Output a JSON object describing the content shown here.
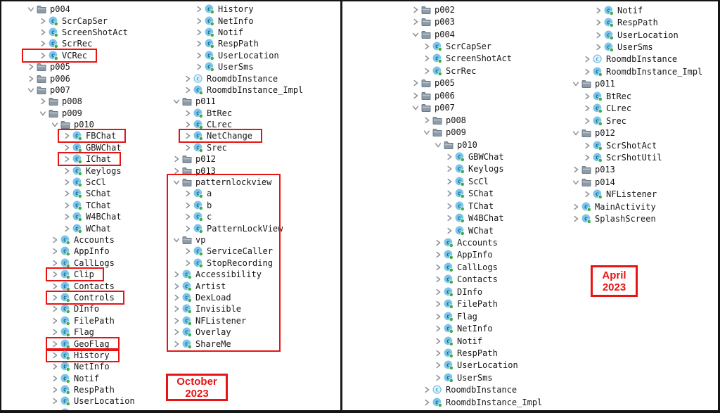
{
  "colors": {
    "highlight_red": "#e81414",
    "class_icon_blue": "#7cc5e8",
    "class_letter_blue": "#0d6d9b",
    "green_dot": "#3fae4c",
    "package_gray": "#8d9aa7",
    "chevron_gray": "#8a9199",
    "divider_black": "#1a1a1a"
  },
  "panels": [
    {
      "id": "october",
      "annotation": {
        "line1": "October",
        "line2": "2023"
      },
      "columns": [
        {
          "rows": [
            {
              "label": "p004",
              "kind": "pkg",
              "state": "expanded",
              "depth": 0
            },
            {
              "label": "ScrCapSer",
              "kind": "cls",
              "state": "collapsed",
              "depth": 1
            },
            {
              "label": "ScreenShotAct",
              "kind": "cls",
              "state": "collapsed",
              "depth": 1
            },
            {
              "label": "ScrRec",
              "kind": "cls",
              "state": "collapsed",
              "depth": 1
            },
            {
              "label": "VCRec",
              "kind": "cls",
              "state": "collapsed",
              "depth": 1,
              "boxed": "wide"
            },
            {
              "label": "p005",
              "kind": "pkg",
              "state": "collapsed",
              "depth": 0
            },
            {
              "label": "p006",
              "kind": "pkg",
              "state": "collapsed",
              "depth": 0
            },
            {
              "label": "p007",
              "kind": "pkg",
              "state": "expanded",
              "depth": 0
            },
            {
              "label": "p008",
              "kind": "pkg",
              "state": "collapsed",
              "depth": 1
            },
            {
              "label": "p009",
              "kind": "pkg",
              "state": "expanded",
              "depth": 1
            },
            {
              "label": "p010",
              "kind": "pkg",
              "state": "expanded",
              "depth": 2
            },
            {
              "label": "FBChat",
              "kind": "cls",
              "state": "collapsed",
              "depth": 3,
              "boxed": true
            },
            {
              "label": "GBWChat",
              "kind": "cls",
              "state": "collapsed",
              "depth": 3
            },
            {
              "label": "IChat",
              "kind": "cls",
              "state": "collapsed",
              "depth": 3,
              "boxed": true
            },
            {
              "label": "Keylogs",
              "kind": "cls",
              "state": "collapsed",
              "depth": 3
            },
            {
              "label": "ScCl",
              "kind": "cls",
              "state": "collapsed",
              "depth": 3
            },
            {
              "label": "SChat",
              "kind": "cls",
              "state": "collapsed",
              "depth": 3
            },
            {
              "label": "TChat",
              "kind": "cls",
              "state": "collapsed",
              "depth": 3
            },
            {
              "label": "W4BChat",
              "kind": "cls",
              "state": "collapsed",
              "depth": 3
            },
            {
              "label": "WChat",
              "kind": "cls",
              "state": "collapsed",
              "depth": 3
            },
            {
              "label": "Accounts",
              "kind": "cls",
              "state": "collapsed",
              "depth": 2
            },
            {
              "label": "AppInfo",
              "kind": "cls",
              "state": "collapsed",
              "depth": 2
            },
            {
              "label": "CallLogs",
              "kind": "cls",
              "state": "collapsed",
              "depth": 2
            },
            {
              "label": "Clip",
              "kind": "cls",
              "state": "collapsed",
              "depth": 2,
              "boxed": true
            },
            {
              "label": "Contacts",
              "kind": "cls",
              "state": "collapsed",
              "depth": 2
            },
            {
              "label": "Controls",
              "kind": "cls",
              "state": "collapsed",
              "depth": 2,
              "boxed": true
            },
            {
              "label": "DInfo",
              "kind": "cls",
              "state": "collapsed",
              "depth": 2
            },
            {
              "label": "FilePath",
              "kind": "cls",
              "state": "collapsed",
              "depth": 2
            },
            {
              "label": "Flag",
              "kind": "cls",
              "state": "collapsed",
              "depth": 2
            },
            {
              "label": "GeoFlag",
              "kind": "cls",
              "state": "collapsed",
              "depth": 2,
              "boxed": true
            },
            {
              "label": "History",
              "kind": "cls",
              "state": "collapsed",
              "depth": 2,
              "boxed": true
            },
            {
              "label": "NetInfo",
              "kind": "cls",
              "state": "collapsed",
              "depth": 2
            },
            {
              "label": "Notif",
              "kind": "cls",
              "state": "collapsed",
              "depth": 2
            },
            {
              "label": "RespPath",
              "kind": "cls",
              "state": "collapsed",
              "depth": 2
            },
            {
              "label": "UserLocation",
              "kind": "cls",
              "state": "collapsed",
              "depth": 2
            },
            {
              "label": "",
              "kind": "cls",
              "state": "collapsed",
              "depth": 2,
              "partial": true
            }
          ]
        },
        {
          "group_box": {
            "start": 15,
            "end": 29
          },
          "rows": [
            {
              "label": "History",
              "kind": "cls",
              "state": "collapsed",
              "depth": 2
            },
            {
              "label": "NetInfo",
              "kind": "cls",
              "state": "collapsed",
              "depth": 2
            },
            {
              "label": "Notif",
              "kind": "cls",
              "state": "collapsed",
              "depth": 2
            },
            {
              "label": "RespPath",
              "kind": "cls",
              "state": "collapsed",
              "depth": 2
            },
            {
              "label": "UserLocation",
              "kind": "cls",
              "state": "collapsed",
              "depth": 2
            },
            {
              "label": "UserSms",
              "kind": "cls",
              "state": "collapsed",
              "depth": 2
            },
            {
              "label": "RoomdbInstance",
              "kind": "cls_iface",
              "state": "collapsed",
              "depth": 1
            },
            {
              "label": "RoomdbInstance_Impl",
              "kind": "cls",
              "state": "collapsed",
              "depth": 1
            },
            {
              "label": "p011",
              "kind": "pkg",
              "state": "expanded",
              "depth": 0
            },
            {
              "label": "BtRec",
              "kind": "cls",
              "state": "collapsed",
              "depth": 1
            },
            {
              "label": "CLrec",
              "kind": "cls",
              "state": "collapsed",
              "depth": 1
            },
            {
              "label": "NetChange",
              "kind": "cls",
              "state": "collapsed",
              "depth": 1,
              "boxed": true
            },
            {
              "label": "Srec",
              "kind": "cls",
              "state": "collapsed",
              "depth": 1
            },
            {
              "label": "p012",
              "kind": "pkg",
              "state": "collapsed",
              "depth": 0
            },
            {
              "label": "p013",
              "kind": "pkg",
              "state": "collapsed",
              "depth": 0
            },
            {
              "label": "patternlockview",
              "kind": "pkg",
              "state": "expanded",
              "depth": 0
            },
            {
              "label": "a",
              "kind": "cls",
              "state": "collapsed",
              "depth": 1
            },
            {
              "label": "b",
              "kind": "cls",
              "state": "collapsed",
              "depth": 1
            },
            {
              "label": "c",
              "kind": "cls",
              "state": "collapsed",
              "depth": 1
            },
            {
              "label": "PatternLockView",
              "kind": "cls",
              "state": "collapsed",
              "depth": 1
            },
            {
              "label": "vp",
              "kind": "pkg",
              "state": "expanded",
              "depth": 0
            },
            {
              "label": "ServiceCaller",
              "kind": "cls",
              "state": "collapsed",
              "depth": 1
            },
            {
              "label": "StopRecording",
              "kind": "cls",
              "state": "collapsed",
              "depth": 1
            },
            {
              "label": "Accessibility",
              "kind": "cls",
              "state": "collapsed",
              "depth": 0
            },
            {
              "label": "Artist",
              "kind": "cls",
              "state": "collapsed",
              "depth": 0
            },
            {
              "label": "DexLoad",
              "kind": "cls",
              "state": "collapsed",
              "depth": 0
            },
            {
              "label": "Invisible",
              "kind": "cls",
              "state": "collapsed",
              "depth": 0
            },
            {
              "label": "NFListener",
              "kind": "cls",
              "state": "collapsed",
              "depth": 0
            },
            {
              "label": "Overlay",
              "kind": "cls",
              "state": "collapsed",
              "depth": 0
            },
            {
              "label": "ShareMe",
              "kind": "cls",
              "state": "collapsed",
              "depth": 0
            }
          ]
        }
      ]
    },
    {
      "id": "april",
      "annotation": {
        "line1": "April",
        "line2": "2023"
      },
      "columns": [
        {
          "rows": [
            {
              "label": "p002",
              "kind": "pkg",
              "state": "collapsed",
              "depth": 0
            },
            {
              "label": "p003",
              "kind": "pkg",
              "state": "collapsed",
              "depth": 0
            },
            {
              "label": "p004",
              "kind": "pkg",
              "state": "expanded",
              "depth": 0
            },
            {
              "label": "ScrCapSer",
              "kind": "cls",
              "state": "collapsed",
              "depth": 1
            },
            {
              "label": "ScreenShotAct",
              "kind": "cls",
              "state": "collapsed",
              "depth": 1
            },
            {
              "label": "ScrRec",
              "kind": "cls",
              "state": "collapsed",
              "depth": 1
            },
            {
              "label": "p005",
              "kind": "pkg",
              "state": "collapsed",
              "depth": 0
            },
            {
              "label": "p006",
              "kind": "pkg",
              "state": "collapsed",
              "depth": 0
            },
            {
              "label": "p007",
              "kind": "pkg",
              "state": "expanded",
              "depth": 0
            },
            {
              "label": "p008",
              "kind": "pkg",
              "state": "collapsed",
              "depth": 1
            },
            {
              "label": "p009",
              "kind": "pkg",
              "state": "expanded",
              "depth": 1
            },
            {
              "label": "p010",
              "kind": "pkg",
              "state": "expanded",
              "depth": 2
            },
            {
              "label": "GBWChat",
              "kind": "cls",
              "state": "collapsed",
              "depth": 3
            },
            {
              "label": "Keylogs",
              "kind": "cls",
              "state": "collapsed",
              "depth": 3
            },
            {
              "label": "ScCl",
              "kind": "cls",
              "state": "collapsed",
              "depth": 3
            },
            {
              "label": "SChat",
              "kind": "cls",
              "state": "collapsed",
              "depth": 3
            },
            {
              "label": "TChat",
              "kind": "cls",
              "state": "collapsed",
              "depth": 3
            },
            {
              "label": "W4BChat",
              "kind": "cls",
              "state": "collapsed",
              "depth": 3
            },
            {
              "label": "WChat",
              "kind": "cls",
              "state": "collapsed",
              "depth": 3
            },
            {
              "label": "Accounts",
              "kind": "cls",
              "state": "collapsed",
              "depth": 2
            },
            {
              "label": "AppInfo",
              "kind": "cls",
              "state": "collapsed",
              "depth": 2
            },
            {
              "label": "CallLogs",
              "kind": "cls",
              "state": "collapsed",
              "depth": 2
            },
            {
              "label": "Contacts",
              "kind": "cls",
              "state": "collapsed",
              "depth": 2
            },
            {
              "label": "DInfo",
              "kind": "cls",
              "state": "collapsed",
              "depth": 2
            },
            {
              "label": "FilePath",
              "kind": "cls",
              "state": "collapsed",
              "depth": 2
            },
            {
              "label": "Flag",
              "kind": "cls",
              "state": "collapsed",
              "depth": 2
            },
            {
              "label": "NetInfo",
              "kind": "cls",
              "state": "collapsed",
              "depth": 2
            },
            {
              "label": "Notif",
              "kind": "cls",
              "state": "collapsed",
              "depth": 2
            },
            {
              "label": "RespPath",
              "kind": "cls",
              "state": "collapsed",
              "depth": 2
            },
            {
              "label": "UserLocation",
              "kind": "cls",
              "state": "collapsed",
              "depth": 2
            },
            {
              "label": "UserSms",
              "kind": "cls",
              "state": "collapsed",
              "depth": 2
            },
            {
              "label": "RoomdbInstance",
              "kind": "cls_iface",
              "state": "collapsed",
              "depth": 1
            },
            {
              "label": "RoomdbInstance_Impl",
              "kind": "cls",
              "state": "collapsed",
              "depth": 1
            }
          ]
        },
        {
          "rows": [
            {
              "label": "Notif",
              "kind": "cls",
              "state": "collapsed",
              "depth": 2
            },
            {
              "label": "RespPath",
              "kind": "cls",
              "state": "collapsed",
              "depth": 2
            },
            {
              "label": "UserLocation",
              "kind": "cls",
              "state": "collapsed",
              "depth": 2
            },
            {
              "label": "UserSms",
              "kind": "cls",
              "state": "collapsed",
              "depth": 2
            },
            {
              "label": "RoomdbInstance",
              "kind": "cls_iface",
              "state": "collapsed",
              "depth": 1
            },
            {
              "label": "RoomdbInstance_Impl",
              "kind": "cls",
              "state": "collapsed",
              "depth": 1
            },
            {
              "label": "p011",
              "kind": "pkg",
              "state": "expanded",
              "depth": 0
            },
            {
              "label": "BtRec",
              "kind": "cls",
              "state": "collapsed",
              "depth": 1
            },
            {
              "label": "CLrec",
              "kind": "cls",
              "state": "collapsed",
              "depth": 1
            },
            {
              "label": "Srec",
              "kind": "cls",
              "state": "collapsed",
              "depth": 1
            },
            {
              "label": "p012",
              "kind": "pkg",
              "state": "expanded",
              "depth": 0
            },
            {
              "label": "ScrShotAct",
              "kind": "cls",
              "state": "collapsed",
              "depth": 1
            },
            {
              "label": "ScrShotUtil",
              "kind": "cls",
              "state": "collapsed",
              "depth": 1
            },
            {
              "label": "p013",
              "kind": "pkg",
              "state": "collapsed",
              "depth": 0
            },
            {
              "label": "p014",
              "kind": "pkg",
              "state": "expanded",
              "depth": 0
            },
            {
              "label": "NFListener",
              "kind": "cls",
              "state": "collapsed",
              "depth": 1
            },
            {
              "label": "MainActivity",
              "kind": "cls",
              "state": "collapsed",
              "depth": 0
            },
            {
              "label": "SplashScreen",
              "kind": "cls",
              "state": "collapsed",
              "depth": 0
            }
          ]
        }
      ]
    }
  ]
}
